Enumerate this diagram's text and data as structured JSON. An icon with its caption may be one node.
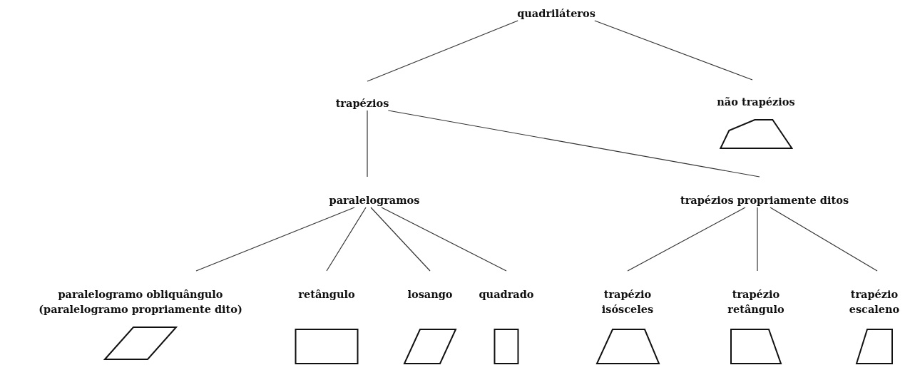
{
  "diagram": {
    "nodes": [
      {
        "text": [
          "quadriláteros"
        ]
      },
      {
        "text": [
          "trapézios"
        ]
      },
      {
        "text": [
          "não trapézios"
        ]
      },
      {
        "text": [
          "paralelogramos"
        ]
      },
      {
        "text": [
          "trapézios propriamente ditos"
        ]
      },
      {
        "text": [
          "paralelogramo obliquângulo (paralelogramo propriamente dito)"
        ]
      },
      {
        "text": [
          "retângulo"
        ]
      },
      {
        "text": [
          "losango"
        ]
      },
      {
        "text": [
          "quadrado"
        ]
      },
      {
        "text": [
          "trapézio isósceles"
        ]
      },
      {
        "text": [
          "trapézio retângulo"
        ]
      },
      {
        "text": [
          "trapézio escaleno"
        ]
      }
    ],
    "edges": [
      {
        "from": 0,
        "to": 1,
        "arrow": "none"
      },
      {
        "from": 0,
        "to": 2,
        "arrow": "none"
      },
      {
        "from": 1,
        "to": 3,
        "arrow": "none"
      },
      {
        "from": 1,
        "to": 4,
        "arrow": "none"
      },
      {
        "from": 3,
        "to": 5,
        "arrow": "none"
      },
      {
        "from": 3,
        "to": 6,
        "arrow": "none"
      },
      {
        "from": 3,
        "to": 7,
        "arrow": "none"
      },
      {
        "from": 3,
        "to": 8,
        "arrow": "none"
      },
      {
        "from": 4,
        "to": 9,
        "arrow": "none"
      },
      {
        "from": 4,
        "to": 10,
        "arrow": "none"
      },
      {
        "from": 4,
        "to": 11,
        "arrow": "none"
      }
    ]
  }
}
